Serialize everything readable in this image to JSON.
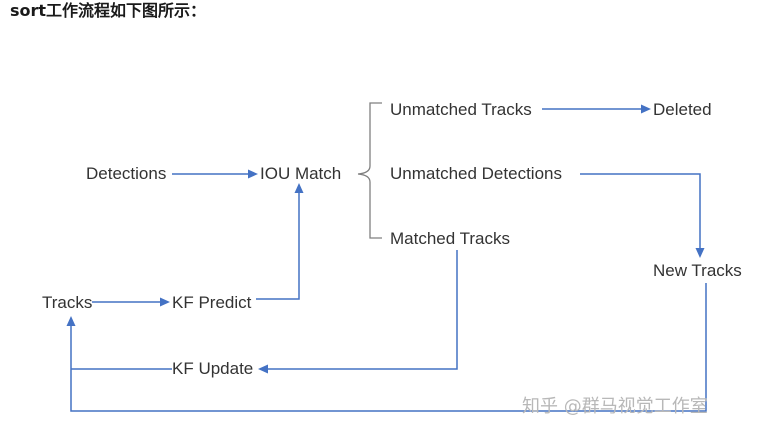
{
  "heading": "sort工作流程如下图所示：",
  "nodes": {
    "detections": "Detections",
    "iou_match": "IOU Match",
    "unmatched_tracks": "Unmatched Tracks",
    "deleted": "Deleted",
    "unmatched_detections": "Unmatched Detections",
    "matched_tracks": "Matched Tracks",
    "new_tracks": "New Tracks",
    "tracks": "Tracks",
    "kf_predict": "KF Predict",
    "kf_update": "KF Update"
  },
  "watermark": "知乎 @群马视觉工作室",
  "colors": {
    "connector": "#4472c4",
    "brace": "#7f7f7f",
    "text": "#333333",
    "watermark": "#b8b8b8"
  }
}
